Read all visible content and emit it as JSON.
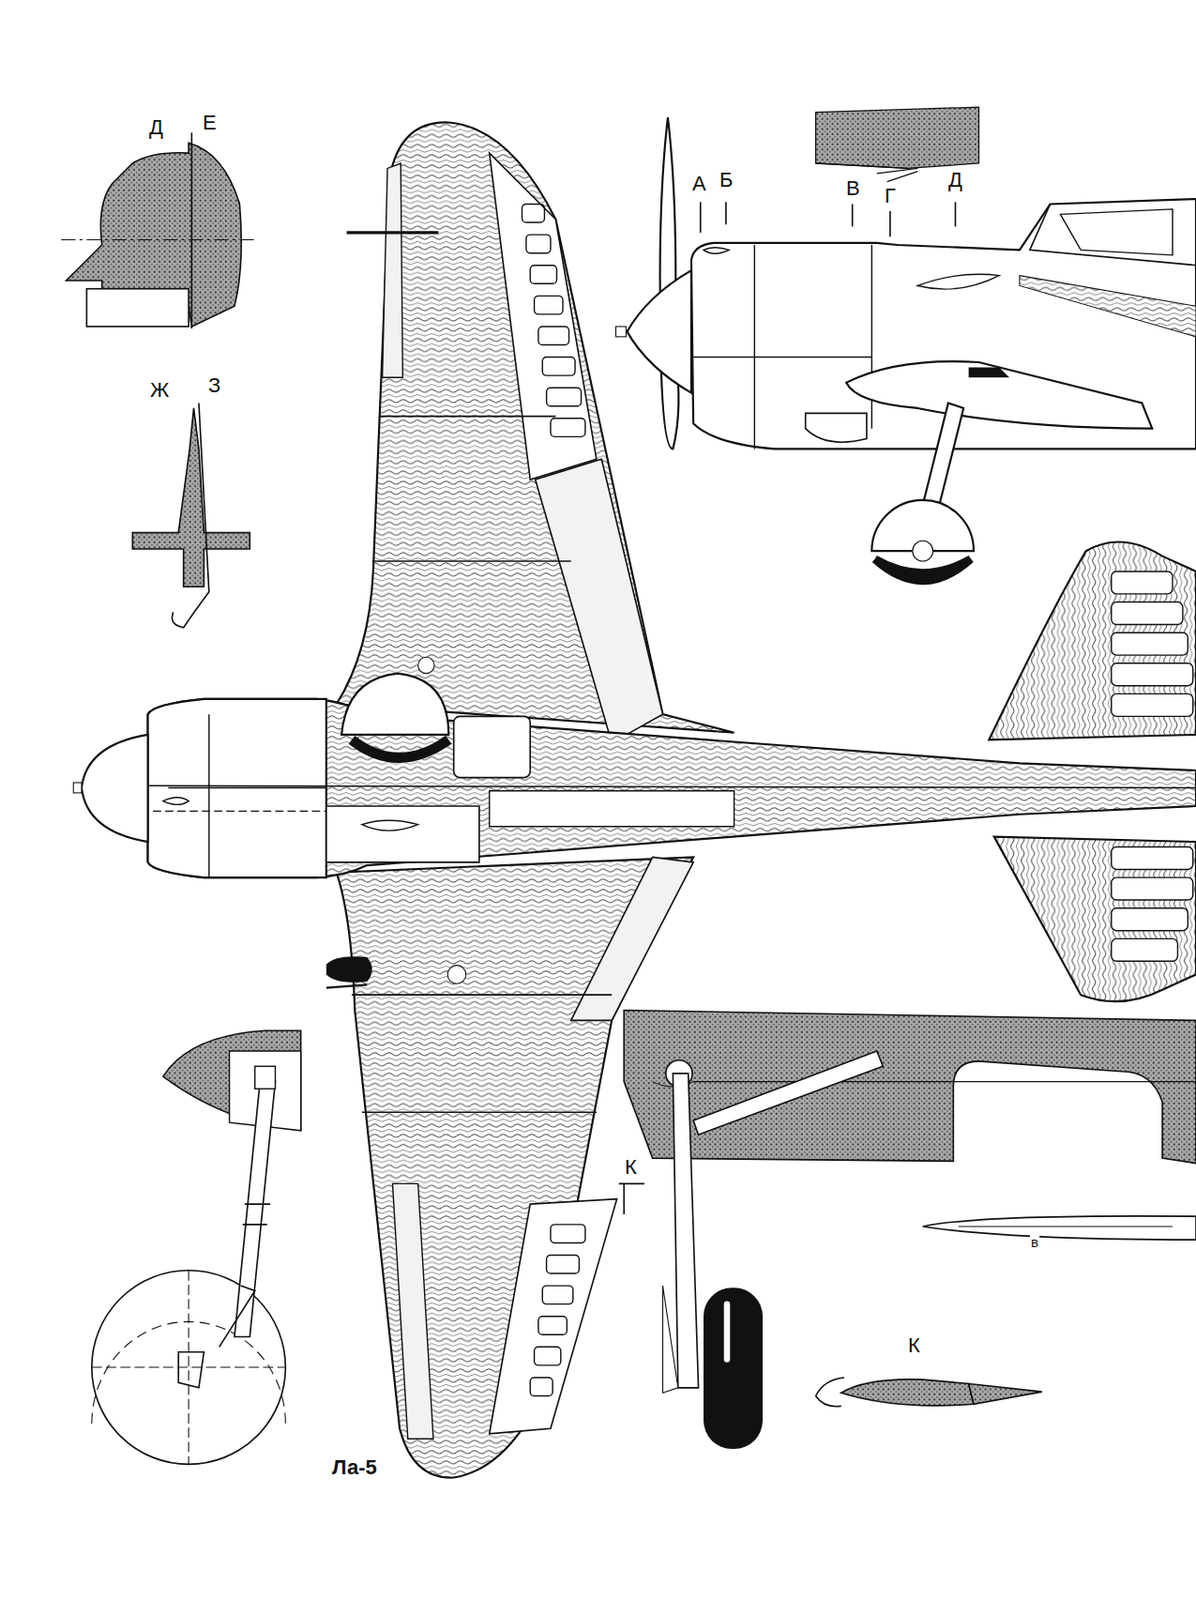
{
  "diagram": {
    "labels": [
      "Д",
      "Е",
      "Ж",
      "З",
      "А",
      "Б",
      "В",
      "Г",
      "Д",
      "К",
      "в",
      "К",
      "Ла-5"
    ]
  }
}
